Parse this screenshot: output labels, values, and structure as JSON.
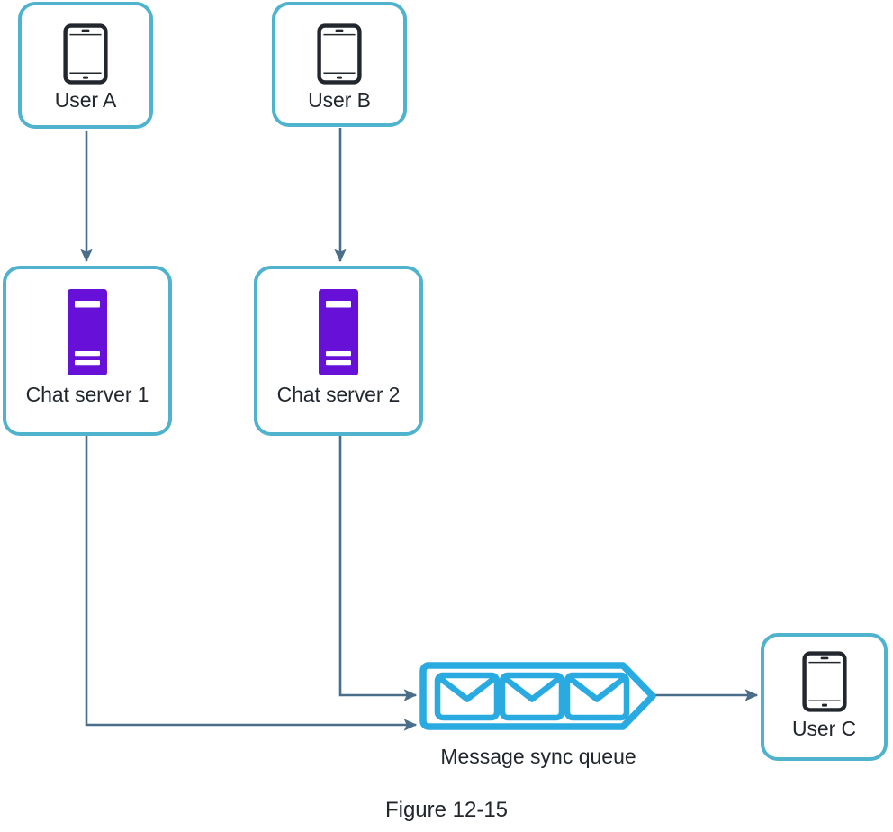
{
  "diagram": {
    "caption": "Figure 12-15",
    "colors": {
      "node_border": "#4FB3CE",
      "server_fill": "#6610D8",
      "queue_stroke": "#29ABE2",
      "connector": "#4A6E8A",
      "text": "#22272E",
      "background": "#FFFFFF"
    },
    "nodes": [
      {
        "id": "user-a",
        "label": "User A",
        "icon": "mobile-phone-icon"
      },
      {
        "id": "user-b",
        "label": "User B",
        "icon": "mobile-phone-icon"
      },
      {
        "id": "server-1",
        "label": "Chat server 1",
        "icon": "server-icon"
      },
      {
        "id": "server-2",
        "label": "Chat server 2",
        "icon": "server-icon"
      },
      {
        "id": "user-c",
        "label": "User C",
        "icon": "mobile-phone-icon"
      }
    ],
    "queue": {
      "label": "Message sync queue",
      "icon": "envelope-icon",
      "envelope_count": 3
    },
    "connectors": [
      {
        "from": "user-a",
        "to": "server-1"
      },
      {
        "from": "user-b",
        "to": "server-2"
      },
      {
        "from": "server-1",
        "to": "queue"
      },
      {
        "from": "server-2",
        "to": "queue"
      },
      {
        "from": "queue",
        "to": "user-c"
      }
    ]
  }
}
